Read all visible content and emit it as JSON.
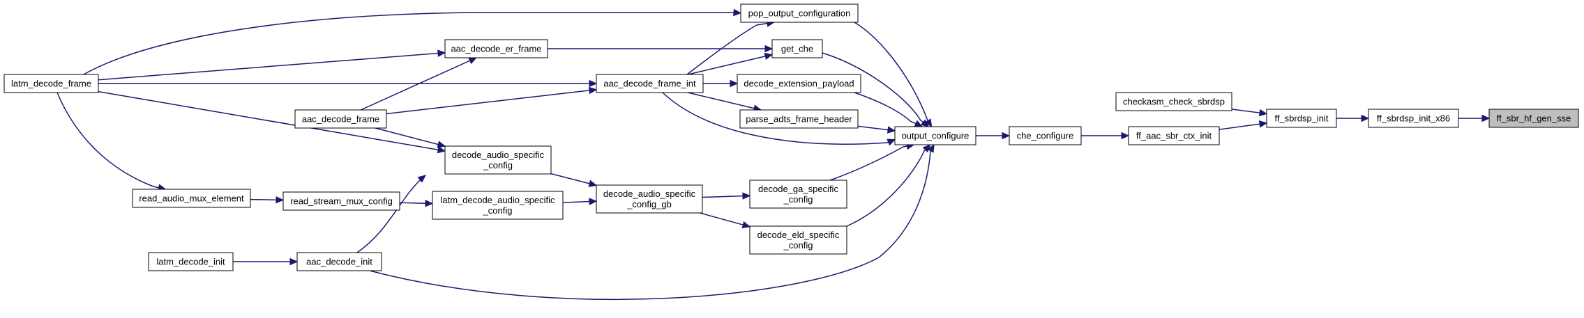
{
  "graph": {
    "colors": {
      "edge": "#191970",
      "node_fill": "#ffffff",
      "selected_fill": "#bfbfbf",
      "border": "#000000"
    },
    "nodes": [
      {
        "id": "latm_decode_frame",
        "lines": [
          "latm_decode_frame"
        ]
      },
      {
        "id": "pop_output_configuration",
        "lines": [
          "pop_output_configuration"
        ]
      },
      {
        "id": "aac_decode_er_frame",
        "lines": [
          "aac_decode_er_frame"
        ]
      },
      {
        "id": "get_che",
        "lines": [
          "get_che"
        ]
      },
      {
        "id": "aac_decode_frame_int",
        "lines": [
          "aac_decode_frame_int"
        ]
      },
      {
        "id": "decode_extension_payload",
        "lines": [
          "decode_extension_payload"
        ]
      },
      {
        "id": "aac_decode_frame",
        "lines": [
          "aac_decode_frame"
        ]
      },
      {
        "id": "parse_adts_frame_header",
        "lines": [
          "parse_adts_frame_header"
        ]
      },
      {
        "id": "output_configure",
        "lines": [
          "output_configure"
        ]
      },
      {
        "id": "che_configure",
        "lines": [
          "che_configure"
        ]
      },
      {
        "id": "ff_aac_sbr_ctx_init",
        "lines": [
          "ff_aac_sbr_ctx_init"
        ]
      },
      {
        "id": "checkasm_check_sbrdsp",
        "lines": [
          "checkasm_check_sbrdsp"
        ]
      },
      {
        "id": "ff_sbrdsp_init",
        "lines": [
          "ff_sbrdsp_init"
        ]
      },
      {
        "id": "ff_sbrdsp_init_x86",
        "lines": [
          "ff_sbrdsp_init_x86"
        ]
      },
      {
        "id": "ff_sbr_hf_gen_sse",
        "lines": [
          "ff_sbr_hf_gen_sse"
        ],
        "selected": true
      },
      {
        "id": "decode_audio_specific_config",
        "lines": [
          "decode_audio_specific",
          "_config"
        ]
      },
      {
        "id": "read_audio_mux_element",
        "lines": [
          "read_audio_mux_element"
        ]
      },
      {
        "id": "read_stream_mux_config",
        "lines": [
          "read_stream_mux_config"
        ]
      },
      {
        "id": "latm_decode_audio_specific_config",
        "lines": [
          "latm_decode_audio_specific",
          "_config"
        ]
      },
      {
        "id": "decode_audio_specific_config_gb",
        "lines": [
          "decode_audio_specific",
          "_config_gb"
        ]
      },
      {
        "id": "decode_ga_specific_config",
        "lines": [
          "decode_ga_specific",
          "_config"
        ]
      },
      {
        "id": "decode_eld_specific_config",
        "lines": [
          "decode_eld_specific",
          "_config"
        ]
      },
      {
        "id": "latm_decode_init",
        "lines": [
          "latm_decode_init"
        ]
      },
      {
        "id": "aac_decode_init",
        "lines": [
          "aac_decode_init"
        ]
      }
    ],
    "edges": [
      [
        "latm_decode_frame",
        "pop_output_configuration"
      ],
      [
        "latm_decode_frame",
        "aac_decode_er_frame"
      ],
      [
        "latm_decode_frame",
        "aac_decode_frame_int"
      ],
      [
        "latm_decode_frame",
        "decode_audio_specific_config"
      ],
      [
        "latm_decode_frame",
        "read_audio_mux_element"
      ],
      [
        "aac_decode_er_frame",
        "get_che"
      ],
      [
        "aac_decode_frame_int",
        "pop_output_configuration"
      ],
      [
        "aac_decode_frame_int",
        "get_che"
      ],
      [
        "aac_decode_frame_int",
        "decode_extension_payload"
      ],
      [
        "aac_decode_frame_int",
        "parse_adts_frame_header"
      ],
      [
        "aac_decode_frame_int",
        "output_configure"
      ],
      [
        "aac_decode_frame",
        "aac_decode_er_frame"
      ],
      [
        "aac_decode_frame",
        "aac_decode_frame_int"
      ],
      [
        "aac_decode_frame",
        "decode_audio_specific_config"
      ],
      [
        "pop_output_configuration",
        "output_configure"
      ],
      [
        "get_che",
        "output_configure"
      ],
      [
        "decode_extension_payload",
        "output_configure"
      ],
      [
        "parse_adts_frame_header",
        "output_configure"
      ],
      [
        "output_configure",
        "che_configure"
      ],
      [
        "che_configure",
        "ff_aac_sbr_ctx_init"
      ],
      [
        "ff_aac_sbr_ctx_init",
        "ff_sbrdsp_init"
      ],
      [
        "checkasm_check_sbrdsp",
        "ff_sbrdsp_init"
      ],
      [
        "ff_sbrdsp_init",
        "ff_sbrdsp_init_x86"
      ],
      [
        "ff_sbrdsp_init_x86",
        "ff_sbr_hf_gen_sse"
      ],
      [
        "read_audio_mux_element",
        "read_stream_mux_config"
      ],
      [
        "read_stream_mux_config",
        "latm_decode_audio_specific_config"
      ],
      [
        "latm_decode_audio_specific_config",
        "decode_audio_specific_config_gb"
      ],
      [
        "decode_audio_specific_config",
        "decode_audio_specific_config_gb"
      ],
      [
        "decode_audio_specific_config_gb",
        "decode_ga_specific_config"
      ],
      [
        "decode_audio_specific_config_gb",
        "decode_eld_specific_config"
      ],
      [
        "decode_ga_specific_config",
        "output_configure"
      ],
      [
        "decode_eld_specific_config",
        "output_configure"
      ],
      [
        "latm_decode_init",
        "aac_decode_init"
      ],
      [
        "aac_decode_init",
        "decode_audio_specific_config"
      ],
      [
        "aac_decode_init",
        "output_configure"
      ]
    ]
  }
}
